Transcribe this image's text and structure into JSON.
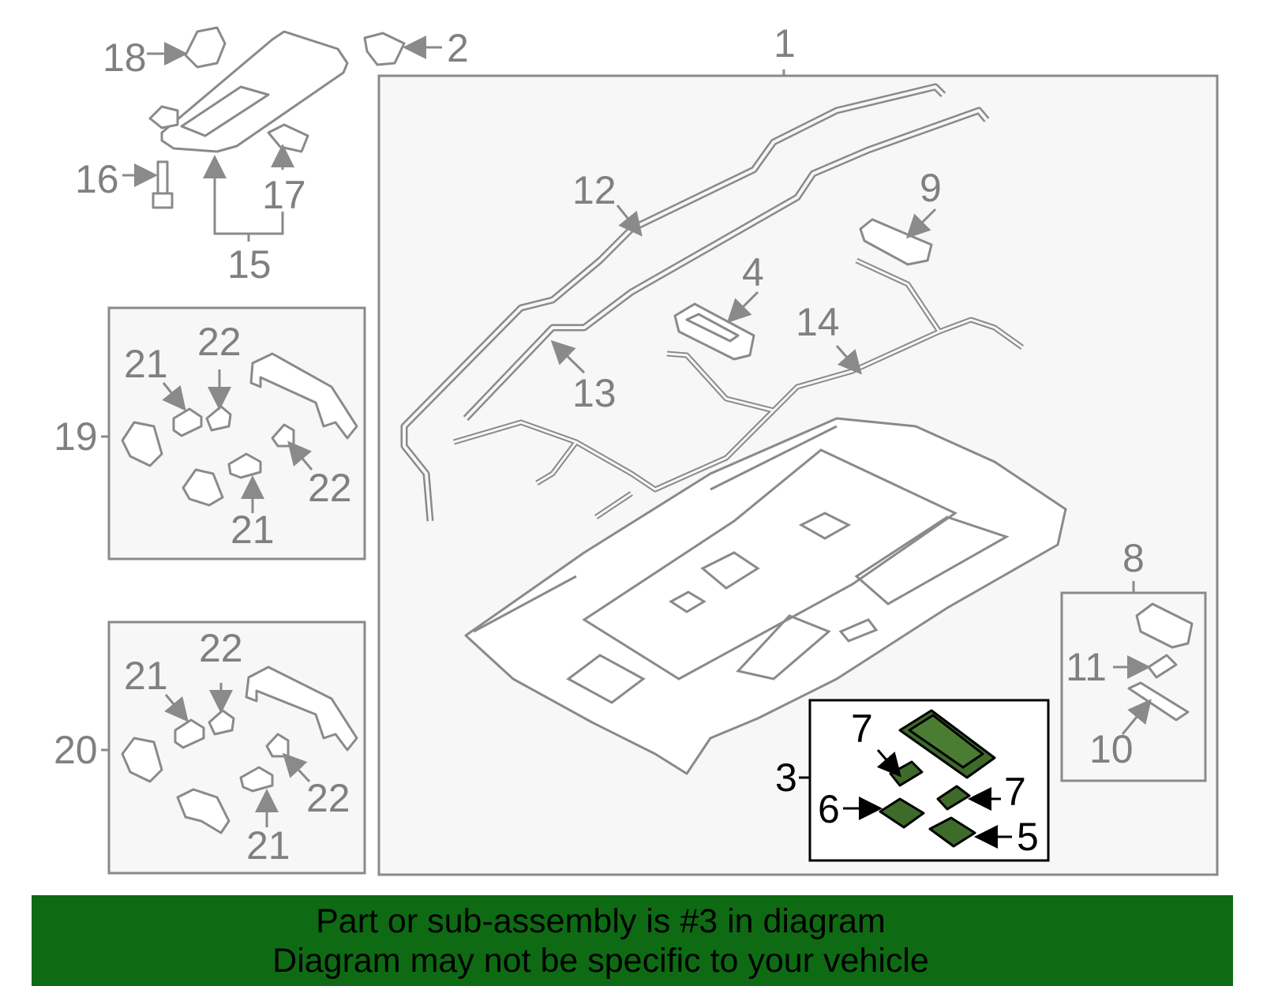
{
  "callouts": {
    "n1": "1",
    "n2": "2",
    "n3": "3",
    "n4": "4",
    "n5": "5",
    "n6": "6",
    "n7a": "7",
    "n7b": "7",
    "n8": "8",
    "n9": "9",
    "n10": "10",
    "n11": "11",
    "n12": "12",
    "n13": "13",
    "n14": "14",
    "n15": "15",
    "n16": "16",
    "n17": "17",
    "n18": "18",
    "n19": "19",
    "n20": "20",
    "n21a": "21",
    "n21b": "21",
    "n21c": "21",
    "n21d": "21",
    "n22a": "22",
    "n22b": "22",
    "n22c": "22",
    "n22d": "22"
  },
  "highlight_color": "#3e6b2a",
  "banner": {
    "line1": "Part or sub-assembly is #3 in diagram",
    "line2": "Diagram may not be specific to your vehicle",
    "background": "#0e6b13"
  }
}
